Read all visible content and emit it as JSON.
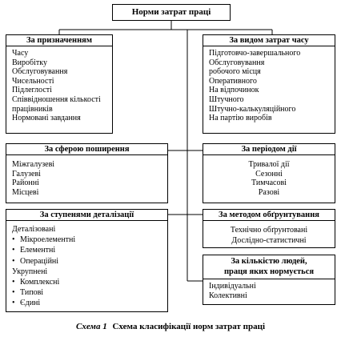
{
  "root": "Норми затрат праці",
  "groups": {
    "purpose": {
      "title": "За призначенням",
      "items": [
        "Часу",
        "Виробітку",
        "Обслуговування",
        "Чисельності",
        "Підлеглості",
        "Співвідношення кількості",
        "працівників",
        "Нормовані завдання"
      ]
    },
    "time_type": {
      "title": "За видом затрат часу",
      "items": [
        "Підготовчо-завершального",
        "Обслуговування",
        "робочого місця",
        "Оперативного",
        "На відпочинок",
        "Штучного",
        "Штучно-калькуляційного",
        "На партію виробів"
      ]
    },
    "scope": {
      "title": "За сферою поширення",
      "items": [
        "Міжгалузеві",
        "Галузеві",
        "Районні",
        "Місцеві"
      ]
    },
    "period": {
      "title": "За періодом дії",
      "items": [
        "Тривалої дії",
        "Сезонні",
        "Тимчасові",
        "Разові"
      ]
    },
    "detail": {
      "title": "За ступенями деталізації",
      "items": [
        {
          "text": "Деталізовані",
          "bullet": false
        },
        {
          "text": "Мікроелементні",
          "bullet": true
        },
        {
          "text": "Елементні",
          "bullet": true
        },
        {
          "text": "Операційні",
          "bullet": true
        },
        {
          "text": "Укрупнені",
          "bullet": false
        },
        {
          "text": "Комплексні",
          "bullet": true
        },
        {
          "text": "Типові",
          "bullet": true
        },
        {
          "text": "Єдині",
          "bullet": true
        }
      ]
    },
    "method": {
      "title": "За методом обґрунтування",
      "items": [
        "Технічно обґрунтовані",
        "Дослідно-статистичні"
      ]
    },
    "people": {
      "title_line1": "За кількістю людей,",
      "title_line2": "праця яких нормується",
      "items": [
        "Індивідуальні",
        "Колективні"
      ]
    }
  },
  "caption": {
    "number": "Схема 1",
    "text": "Схема класифікації норм затрат праці"
  }
}
